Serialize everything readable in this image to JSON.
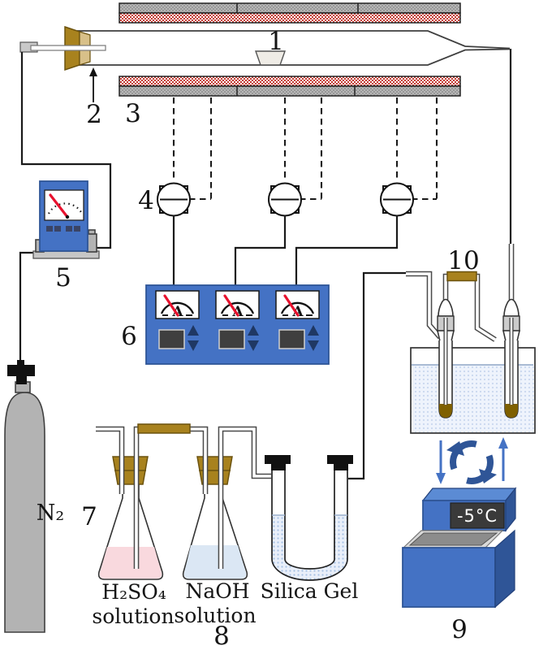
{
  "figure": {
    "kind": "laboratory-apparatus-schematic",
    "numeric_labels": {
      "sample_boat": "1",
      "gas_inlet": "2",
      "furnace_heater": "3",
      "valve": "4",
      "flow_meter": "5",
      "temperature_controller": "6",
      "gas_cylinder": "7",
      "washing_train": "8",
      "chiller": "9",
      "cold_trap": "10"
    },
    "text_labels": {
      "gas_cylinder": "N₂",
      "acid_flask_line1": "H₂SO₄",
      "acid_flask_line2": "solution",
      "base_flask_line1": "NaOH",
      "base_flask_line2": "solution",
      "drying_tube": "Silica Gel",
      "chiller_display": "-5°C"
    },
    "colors": {
      "device_blue": "#4472c4",
      "device_blue_dark": "#2f5597",
      "panel_navy": "#1f3864",
      "heater_red": "#c33b32",
      "stopper_tan": "#a8821e",
      "stopper_tan_light": "#d8c089",
      "needle_red": "#e8112d",
      "trap_brown": "#7f6000",
      "acid_pink": "#f9d9de",
      "alkali_blue": "#dbe7f4",
      "metal_gray": "#b3b3b3"
    }
  }
}
